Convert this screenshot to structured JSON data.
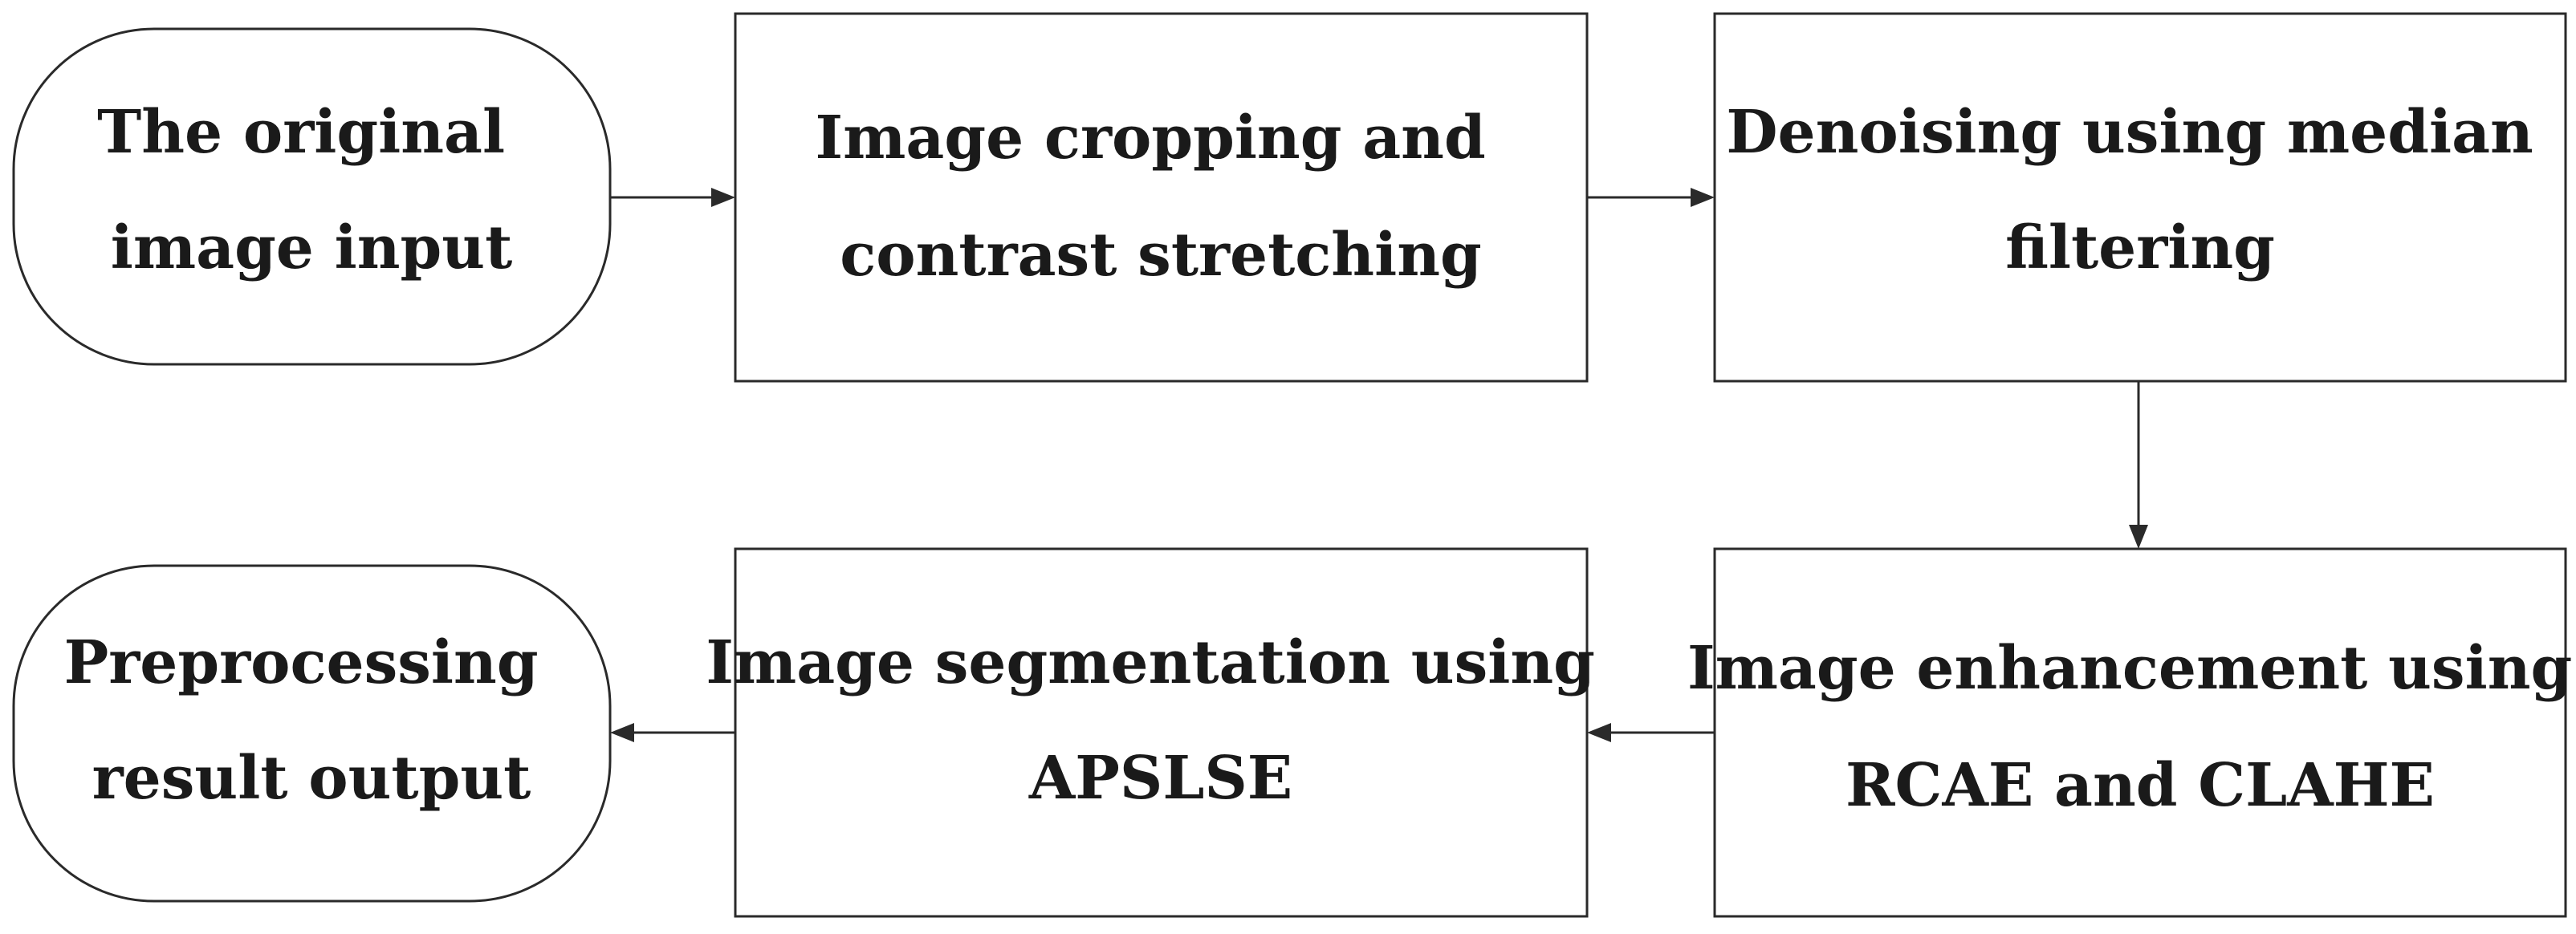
{
  "nodes": {
    "input": {
      "lines": [
        "The original",
        "image input"
      ]
    },
    "crop": {
      "lines": [
        "Image cropping and",
        "contrast stretching"
      ]
    },
    "denoise": {
      "lines": [
        "Denoising using median",
        "filtering"
      ]
    },
    "enhance": {
      "lines": [
        "Image enhancement using",
        "RCAE and CLAHE"
      ]
    },
    "segment": {
      "lines": [
        "Image segmentation using",
        "APSLSE"
      ]
    },
    "output": {
      "lines": [
        "Preprocessing",
        "result output"
      ]
    }
  },
  "edges": [
    {
      "from": "input",
      "to": "crop"
    },
    {
      "from": "crop",
      "to": "denoise"
    },
    {
      "from": "denoise",
      "to": "enhance"
    },
    {
      "from": "enhance",
      "to": "segment"
    },
    {
      "from": "segment",
      "to": "output"
    }
  ]
}
